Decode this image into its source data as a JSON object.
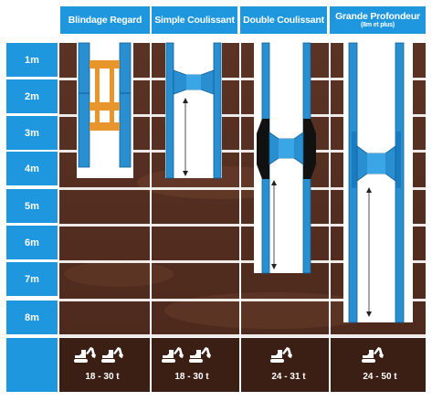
{
  "columns": [
    {
      "title": "Blindage Regard",
      "subtitle": "",
      "tonnage": "18 - 30 t",
      "machines": 2
    },
    {
      "title": "Simple Coulissant",
      "subtitle": "",
      "tonnage": "18 - 30 t",
      "machines": 2
    },
    {
      "title": "Double Coulissant",
      "subtitle": "",
      "tonnage": "24 - 31 t",
      "machines": 1
    },
    {
      "title": "Grande Profondeur",
      "subtitle": "(8m et plus)",
      "tonnage": "24 - 50 t",
      "machines": 1
    }
  ],
  "depths": [
    "1m",
    "2m",
    "3m",
    "4m",
    "5m",
    "6m",
    "7m",
    "8m"
  ],
  "colors": {
    "accent_blue": "#1f97de",
    "soil": "#5a3223",
    "soil_dark": "#4a271b",
    "strut_orange": "#e8962b",
    "panel_blue": "#2a8fd0",
    "footer": "#3b1e14"
  },
  "icons": {
    "machine": "excavator-icon",
    "depth_arrow": "double-arrow-icon"
  }
}
